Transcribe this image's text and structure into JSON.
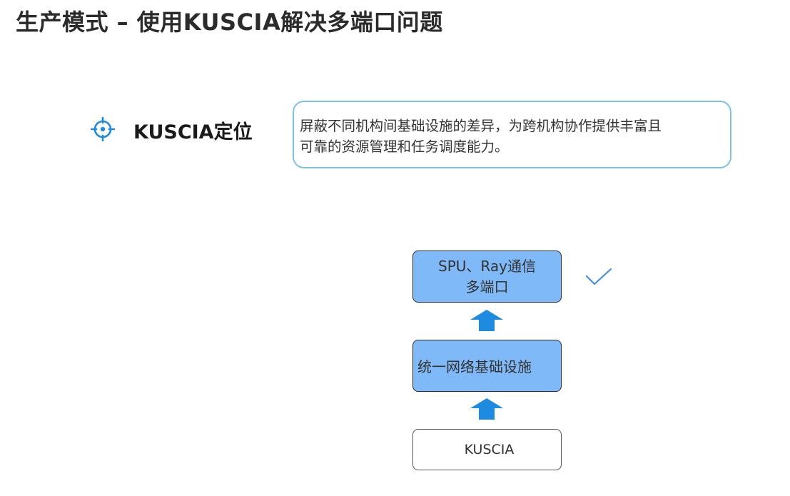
{
  "slide": {
    "title": "生产模式 – 使用KUSCIA解决多端口问题"
  },
  "positioning": {
    "label": "KUSCIA定位",
    "description_line1": "屏蔽不同机构间基础设施的差异，为跨机构协作提供丰富且",
    "description_line2": "可靠的资源管理和任务调度能力。"
  },
  "stack": {
    "top_line1": "SPU、Ray通信",
    "top_line2": "多端口",
    "middle": "统一网络基础设施",
    "bottom": "KUSCIA"
  },
  "colors": {
    "accent_blue": "#1e8be0",
    "layer_fill": "#7fb9f7",
    "desc_border": "#7cc4e0",
    "check_blue": "#4a90d9"
  },
  "icons": {
    "section": "crosshair-target-icon",
    "flow": "up-arrow-icon",
    "status": "checkmark-icon"
  }
}
